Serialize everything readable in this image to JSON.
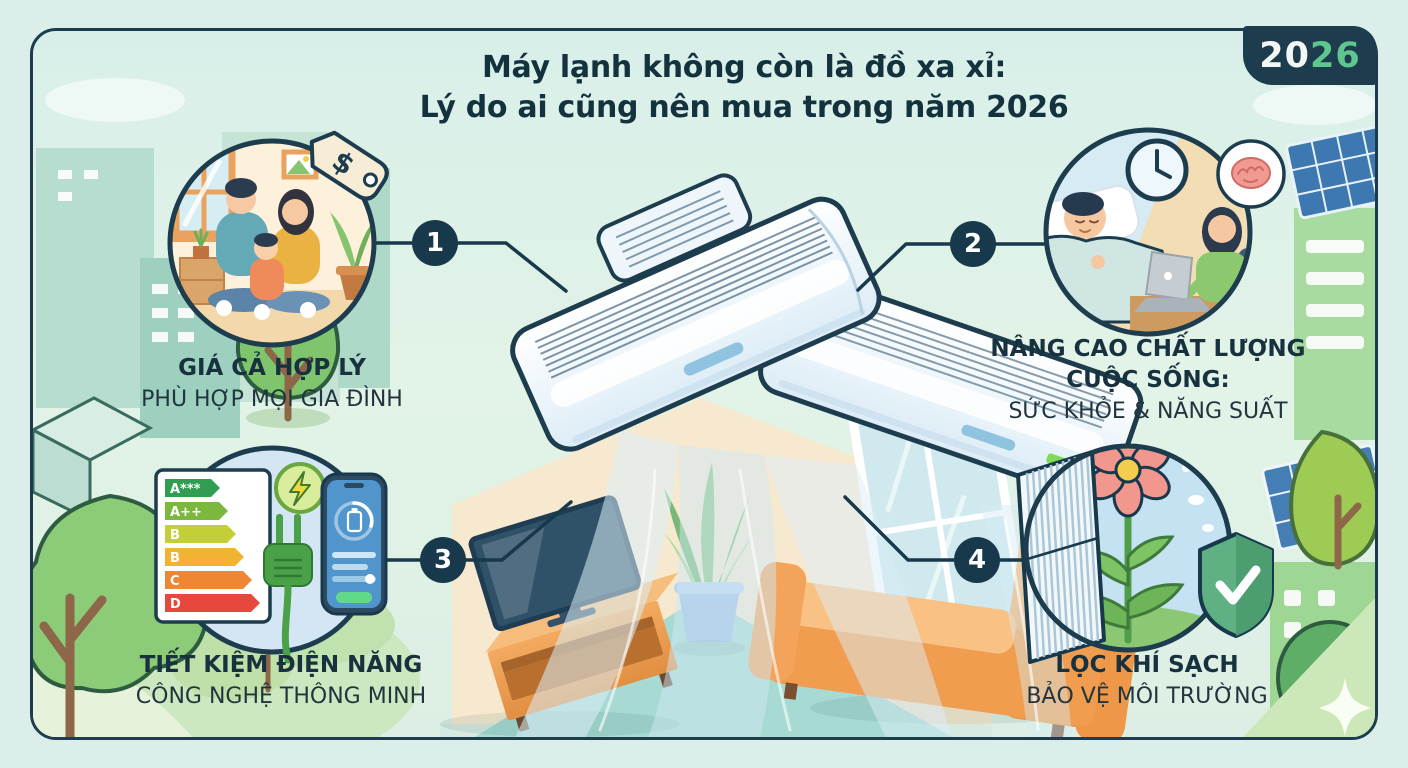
{
  "year_badge": {
    "part1": "20",
    "part2": "26"
  },
  "title": {
    "line1": "Máy lạnh không còn là đồ xa xỉ:",
    "line2": "Lý do ai cũng nên mua trong năm 2026"
  },
  "features": [
    {
      "number": "1",
      "title": "GIÁ CẢ HỢP LÝ",
      "subtitle": "PHÙ HỢP MỌI GIA ĐÌNH",
      "icon": "family-living-room-price-tag"
    },
    {
      "number": "2",
      "title": "NÂNG CAO CHẤT LƯỢNG CUỘC SỐNG:",
      "subtitle": "SỨC KHỎE & NĂNG SUẤT",
      "icon": "sleep-clock-laptop-brain"
    },
    {
      "number": "3",
      "title": "TIẾT KIỆM ĐIỆN NĂNG",
      "subtitle": "CÔNG NGHỆ THÔNG MINH",
      "icon": "energy-label-plug-smartphone"
    },
    {
      "number": "4",
      "title": "LỌC KHÍ SẠCH",
      "subtitle": "BẢO VỆ MÔI TRƯỜNG",
      "icon": "air-filter-flower-shield"
    }
  ],
  "energy_label": {
    "grades": [
      "A***",
      "A++",
      "B",
      "B",
      "C",
      "D"
    ],
    "colors": [
      "#2f9e53",
      "#7cb83e",
      "#c3cf36",
      "#f2b233",
      "#ee8633",
      "#e6483d"
    ]
  },
  "decor": {
    "price_tag_symbol": "$"
  },
  "colors": {
    "accent_navy": "#17394b",
    "accent_green": "#5fc690",
    "background_mint": "#dcefe9",
    "air_stream_blue": "#cfe8f4",
    "sofa_orange": "#f09d4f"
  }
}
